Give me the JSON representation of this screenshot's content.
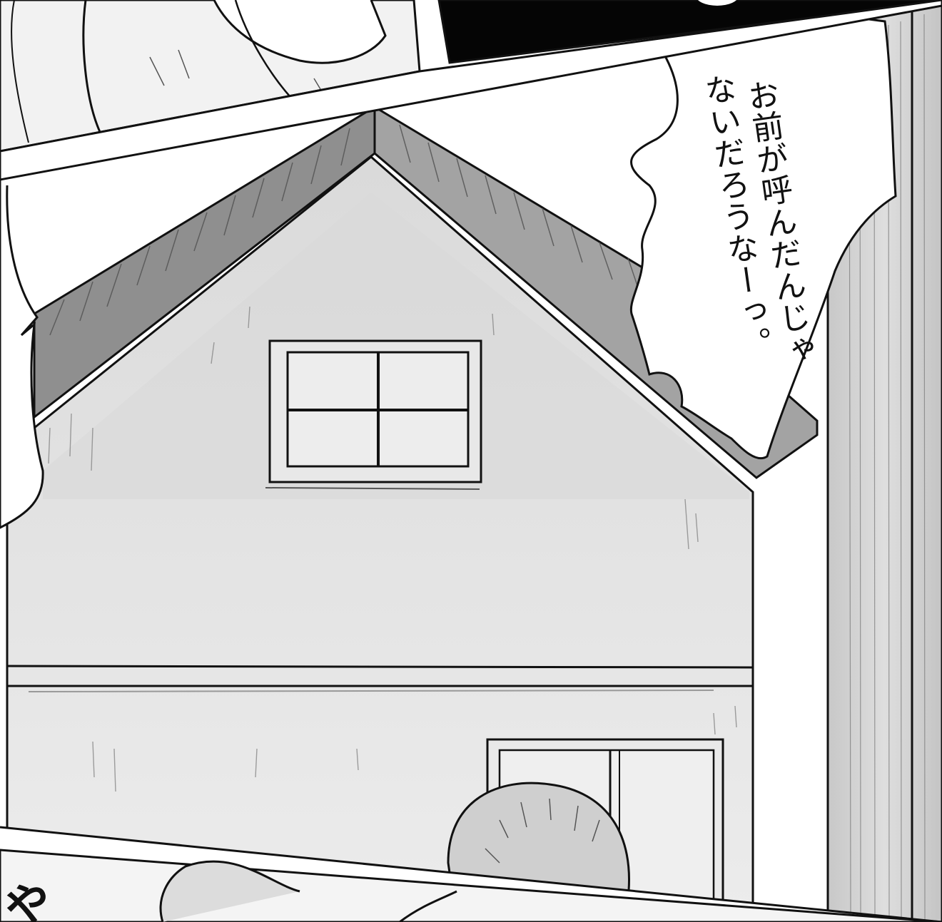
{
  "speech_bubble": {
    "line1": "お前が呼んだんじゃ",
    "line2": "ないだろうなーっ。"
  },
  "sfx_fragment": "や",
  "colors": {
    "ink": "#111111",
    "wall": "#e4e4e4",
    "wall_shadow": "#d6d6d6",
    "roof": "#9c9c9c",
    "roof_dark": "#8a8a8a",
    "curtain": "#cfcfcf",
    "paper": "#ffffff"
  }
}
